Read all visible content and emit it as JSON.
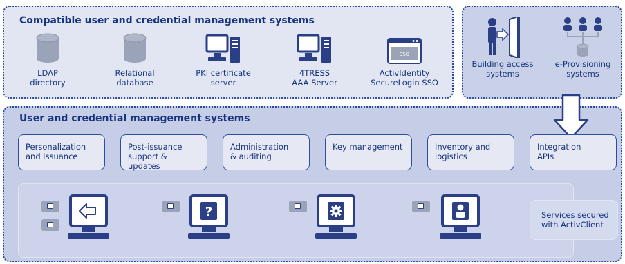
{
  "colors": {
    "dark_navy": "#1f3a7a",
    "icon_gray": "#9aa3b8",
    "box_bg": "#e6e9f4",
    "panel_bg": "#c6cde7"
  },
  "compatible_panel": {
    "title": "Compatible user and credential management systems",
    "systems": [
      {
        "label": "LDAP\ndirectory",
        "icon": "database-icon"
      },
      {
        "label": "Relational\ndatabase",
        "icon": "database-icon"
      },
      {
        "label": "PKI certificate\nserver",
        "icon": "server-computer-icon"
      },
      {
        "label": "4TRESS\nAAA Server",
        "icon": "server-computer-icon"
      },
      {
        "label": "ActivIdentity\nSecureLogin SSO",
        "icon": "sso-window-icon",
        "icon_text": "SSO"
      }
    ]
  },
  "side_panel": {
    "items": [
      {
        "label": "Building access\nsystems",
        "icon": "person-door-icon"
      },
      {
        "label": "e-Provisioning\nsystems",
        "icon": "users-network-icon"
      }
    ]
  },
  "main_panel": {
    "title": "User and credential management systems",
    "modules": [
      "Personalization\nand issuance",
      "Post-issuance\nsupport & updates",
      "Administration\n& auditing",
      "Key management",
      "Inventory and\nlogistics",
      "Integration\nAPIs"
    ],
    "workstations": [
      {
        "icon": "arrow-left-icon"
      },
      {
        "icon": "question-icon",
        "icon_text": "?"
      },
      {
        "icon": "gear-icon"
      },
      {
        "icon": "user-icon"
      }
    ],
    "services_label": "Services secured\nwith ActivClient"
  }
}
